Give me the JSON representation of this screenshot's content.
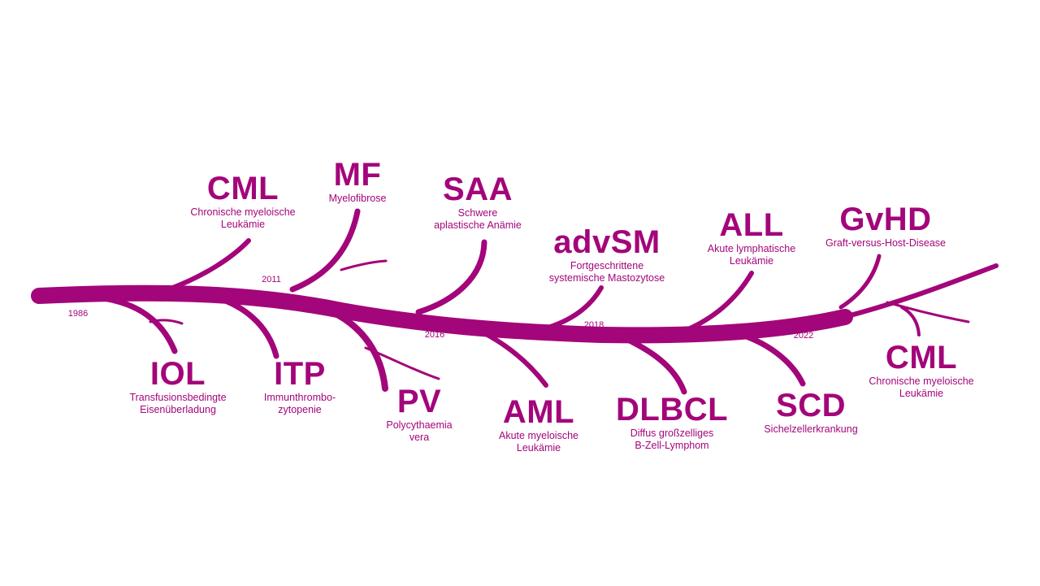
{
  "colors": {
    "accent": "#a3057a"
  },
  "years": [
    "1986",
    "2011",
    "2016",
    "2018",
    "2022"
  ],
  "entries": [
    {
      "abbr": "CML",
      "desc": "Chronische myeloische\nLeukämie"
    },
    {
      "abbr": "MF",
      "desc": "Myelofibrose"
    },
    {
      "abbr": "SAA",
      "desc": "Schwere\naplastische Anämie"
    },
    {
      "abbr": "advSM",
      "desc": "Fortgeschrittene\nsystemische Mastozytose"
    },
    {
      "abbr": "ALL",
      "desc": "Akute lymphatische\nLeukämie"
    },
    {
      "abbr": "GvHD",
      "desc": "Graft-versus-Host-Disease"
    },
    {
      "abbr": "IOL",
      "desc": "Transfusionsbedingte\nEisenüberladung"
    },
    {
      "abbr": "ITP",
      "desc": "Immunthrombo-\nzytopenie"
    },
    {
      "abbr": "PV",
      "desc": "Polycythaemia\nvera"
    },
    {
      "abbr": "AML",
      "desc": "Akute myeloische\nLeukämie"
    },
    {
      "abbr": "DLBCL",
      "desc": "Diffus großzelliges\nB-Zell-Lymphom"
    },
    {
      "abbr": "SCD",
      "desc": "Sichelzellerkrankung"
    },
    {
      "abbr": "CML",
      "desc": "Chronische myeloische\nLeukämie"
    }
  ]
}
